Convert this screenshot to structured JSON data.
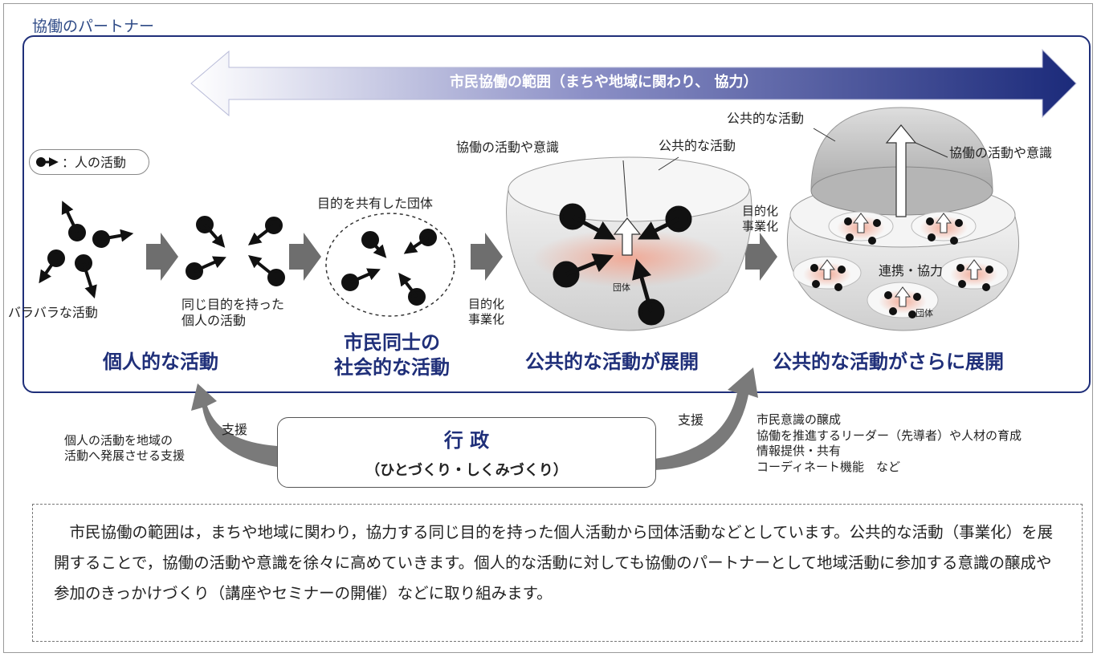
{
  "title": "協働のパートナー",
  "range_arrow_label": "市民協働の範囲（まちや地域に関わり、 協力）",
  "legend": "：人の活動",
  "stages": {
    "scattered": "バラバラな活動",
    "same_purpose": "同じ目的を持った\n個人の活動",
    "shared_group": "目的を共有した団体",
    "purpose_label_1": "目的化\n事業化",
    "purpose_label_2": "目的化\n事業化",
    "collab_awareness_1": "協働の活動や意識",
    "public_activity_1": "公共的な活動",
    "group_1": "団体",
    "public_activity_2": "公共的な活動",
    "collab_awareness_2": "協働の活動や意識",
    "cooperation": "連携・協力",
    "group_2": "団体"
  },
  "headings": {
    "individual": "個人的な活動",
    "social": "市民同士の\n社会的な活動",
    "public": "公共的な活動が展開",
    "public_more": "公共的な活動がさらに展開"
  },
  "government": {
    "title": "行 政",
    "subtitle": "（ひとづくり・しくみづくり）",
    "support_left": "支援",
    "support_right": "支援",
    "left_note": "個人の活動を地域の\n活動へ発展させる支援",
    "right_notes": "市民意識の醸成\n協働を推進するリーダー（先導者）や人材の育成\n情報提供・共有\nコーディネート機能　など"
  },
  "note": "　市民協働の範囲は，まちや地域に関わり，協力する同じ目的を持った個人活動から団体活動などとしています。公共的な活動（事業化）を展開することで，協働の活動や意識を徐々に高めていきます。個人的な活動に対しても協働のパートナーとして地域活動に参加する意識の醸成や参加のきっかけづくり（講座やセミナーの開催）などに取り組みます。",
  "colors": {
    "navy": "#1f2f79",
    "gray_arrow": "#6e6e6e",
    "glow": "#f2a08a"
  }
}
